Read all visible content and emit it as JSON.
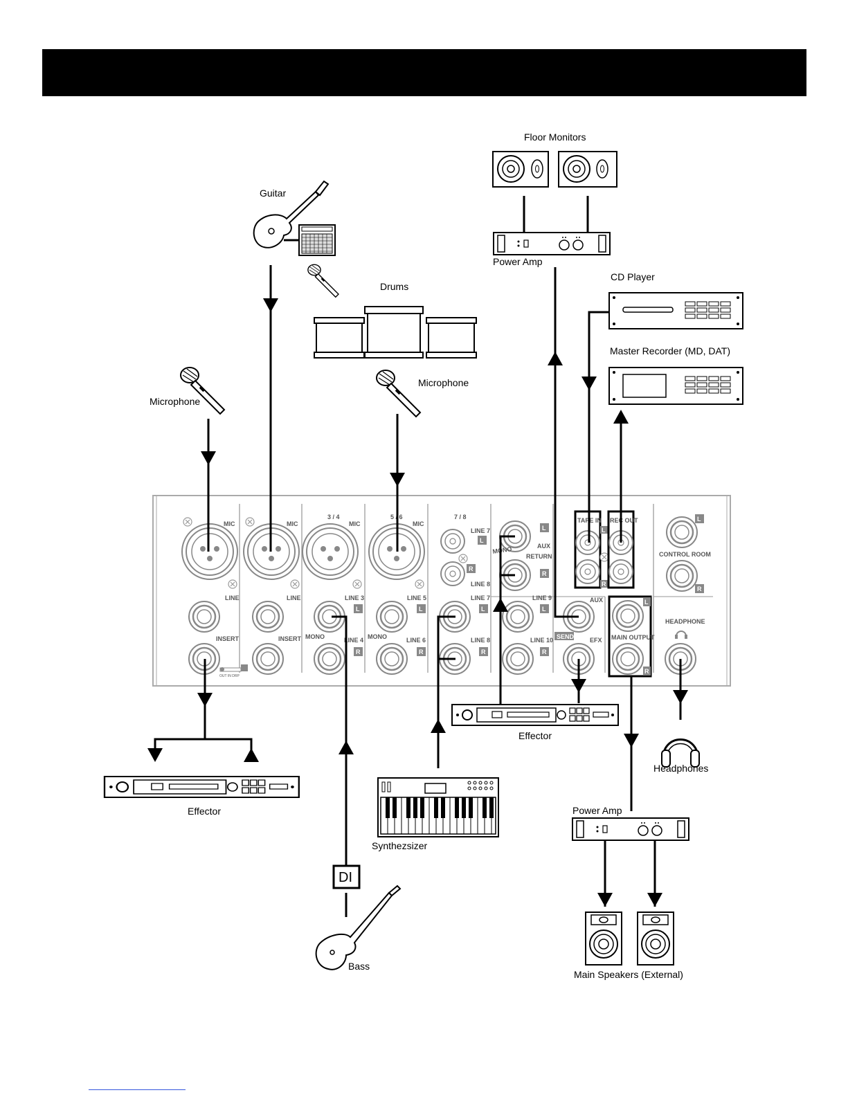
{
  "labels": {
    "floor_monitors": "Floor Monitors",
    "guitar": "Guitar",
    "power_amp_top": "Power Amp",
    "drums": "Drums",
    "cd_player": "CD Player",
    "master_recorder": "Master Recorder (MD, DAT)",
    "microphone_left": "Microphone",
    "microphone_drums": "Microphone",
    "effector_mid": "Effector",
    "effector_left": "Effector",
    "headphones": "Headphones",
    "power_amp_bottom": "Power Amp",
    "synthesizer": "Synthezsizer",
    "di": "DI",
    "bass": "Bass",
    "main_speakers": "Main Speakers (External)"
  },
  "mixer": {
    "ch1_mic": "MIC",
    "ch1_line": "LINE",
    "ch1_insert": "INSERT",
    "ch2_mic": "MIC",
    "ch2_line": "LINE",
    "ch2_insert": "INSERT",
    "ch34_header": "3 / 4",
    "ch34_mic": "MIC",
    "ch34_line3": "LINE 3",
    "ch34_mono": "MONO",
    "ch34_line4": "LINE 4",
    "ch56_header": "5 / 6",
    "ch56_mic": "MIC",
    "ch56_line5": "LINE 5",
    "ch56_mono": "MONO",
    "ch56_line6": "LINE 6",
    "ch78_header": "7 / 8",
    "ch78_line7_rca": "LINE 7",
    "ch78_line8_rca": "LINE 8",
    "ch78_line7": "LINE 7",
    "ch78_line8": "LINE 8",
    "aux_return_mono": "MONO",
    "aux_return_aux": "AUX",
    "aux_return": "RETURN",
    "line9": "LINE 9",
    "line10": "LINE 10",
    "aux_send_aux": "AUX",
    "aux_send": "SEND",
    "efx": "EFX",
    "tape_in": "TAPE IN",
    "rec_out": "REC OUT",
    "main_output": "MAIN OUTPUT",
    "control_room": "CONTROL ROOM",
    "headphone": "HEADPHONE",
    "insert_switch": "OUT IN DRP",
    "badge_l": "L",
    "badge_r": "R"
  }
}
